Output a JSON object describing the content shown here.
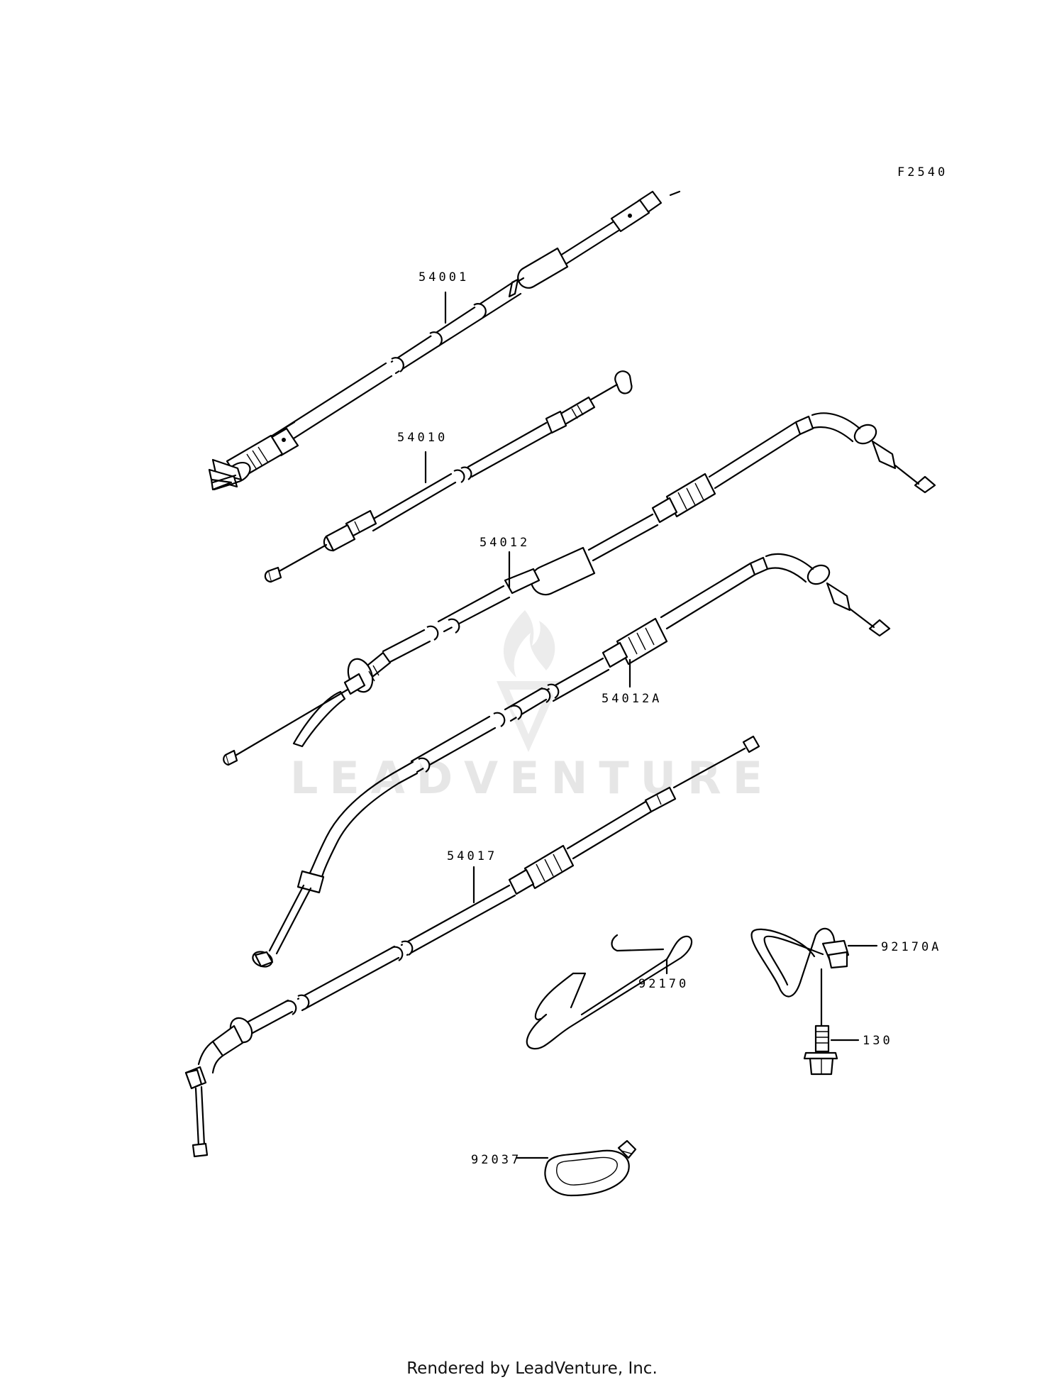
{
  "diagram_code": "F2540",
  "watermark": "LEADVENTURE",
  "footer": "Rendered by LeadVenture, Inc.",
  "parts": {
    "p54001": "54001",
    "p54010": "54010",
    "p54012": "54012",
    "p54012A": "54012A",
    "p54017": "54017",
    "p92170": "92170",
    "p92170A": "92170A",
    "p130": "130",
    "p92037": "92037"
  }
}
